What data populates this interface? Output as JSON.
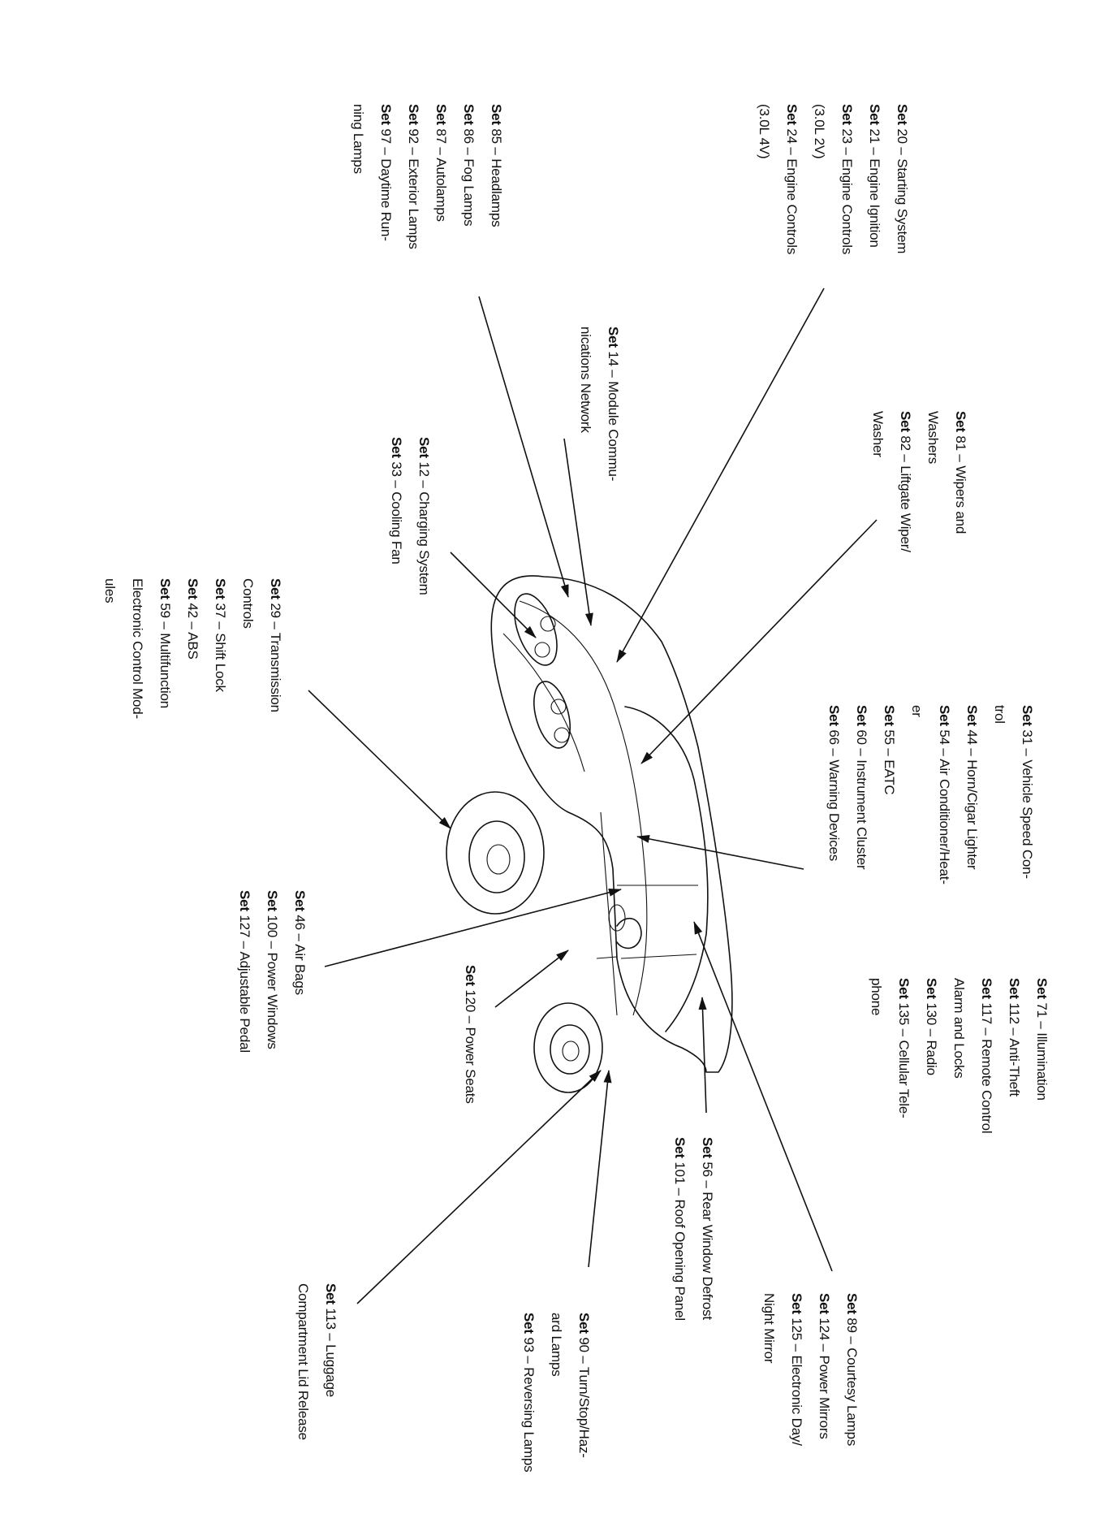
{
  "groups": [
    {
      "id": "g1",
      "lines": [
        {
          "set": "Set",
          "text": " 20 – Starting System"
        },
        {
          "set": "Set",
          "text": " 21 – Engine Ignition"
        },
        {
          "set": "Set",
          "text": " 23 – Engine Controls"
        },
        {
          "set": "",
          "text": "(3.0L 2V)"
        },
        {
          "set": "Set",
          "text": " 24 – Engine Controls"
        },
        {
          "set": "",
          "text": "(3.0L 4V)"
        }
      ]
    },
    {
      "id": "g2",
      "lines": [
        {
          "set": "Set",
          "text": " 85 – Headlamps"
        },
        {
          "set": "Set",
          "text": " 86 – Fog Lamps"
        },
        {
          "set": "Set",
          "text": " 87 – Autolamps"
        },
        {
          "set": "Set",
          "text": " 92 – Exterior Lamps"
        },
        {
          "set": "Set",
          "text": " 97 – Daytime Run-"
        },
        {
          "set": "",
          "text": "ning Lamps"
        }
      ]
    },
    {
      "id": "g3",
      "lines": [
        {
          "set": "Set",
          "text": " 81 – Wipers and"
        },
        {
          "set": "",
          "text": "Washers"
        },
        {
          "set": "Set",
          "text": " 82 – Liftgate Wiper/"
        },
        {
          "set": "",
          "text": "Washer"
        }
      ]
    },
    {
      "id": "g4",
      "lines": [
        {
          "set": "Set",
          "text": " 14 – Module Commu-"
        },
        {
          "set": "",
          "text": "nications Network"
        }
      ]
    },
    {
      "id": "g5",
      "lines": [
        {
          "set": "Set",
          "text": " 12 – Charging System"
        },
        {
          "set": "Set",
          "text": " 33 – Cooling Fan"
        }
      ]
    },
    {
      "id": "g6",
      "lines": [
        {
          "set": "Set",
          "text": " 29 – Transmission"
        },
        {
          "set": "",
          "text": "Controls"
        },
        {
          "set": "Set",
          "text": " 37 – Shift Lock"
        },
        {
          "set": "Set",
          "text": " 42 – ABS"
        },
        {
          "set": "Set",
          "text": " 59 – Multifunction"
        },
        {
          "set": "",
          "text": "Electronic Control Mod-"
        },
        {
          "set": "",
          "text": "ules"
        }
      ]
    },
    {
      "id": "g7",
      "lines": [
        {
          "set": "Set",
          "text": " 31 – Vehicle Speed Con-"
        },
        {
          "set": "",
          "text": "trol"
        },
        {
          "set": "Set",
          "text": " 44 – Horn/Cigar Lighter"
        },
        {
          "set": "Set",
          "text": " 54 – Air Conditioner/Heat-"
        },
        {
          "set": "",
          "text": "er"
        },
        {
          "set": "Set",
          "text": " 55 – EATC"
        },
        {
          "set": "Set",
          "text": " 60 – Instrument Cluster"
        },
        {
          "set": "Set",
          "text": " 66 – Warning Devices"
        }
      ]
    },
    {
      "id": "g8",
      "lines": [
        {
          "set": "Set",
          "text": " 71 – Illumination"
        },
        {
          "set": "Set",
          "text": " 112 – Anti-Theft"
        },
        {
          "set": "Set",
          "text": " 117 – Remote Control"
        },
        {
          "set": "",
          "text": "Alarm and Locks"
        },
        {
          "set": "Set",
          "text": " 130 – Radio"
        },
        {
          "set": "Set",
          "text": " 135 – Cellular Tele-"
        },
        {
          "set": "",
          "text": "phone"
        }
      ]
    },
    {
      "id": "g9",
      "lines": [
        {
          "set": "Set",
          "text": " 46 – Air Bags"
        },
        {
          "set": "Set",
          "text": " 100 – Power Windows"
        },
        {
          "set": "Set",
          "text": " 127 – Adjustable Pedal"
        }
      ]
    },
    {
      "id": "g10",
      "lines": [
        {
          "set": "Set",
          "text": " 120 – Power Seats"
        }
      ]
    },
    {
      "id": "g11",
      "lines": [
        {
          "set": "Set",
          "text": " 56 – Rear Window Defrost"
        },
        {
          "set": "Set",
          "text": " 101 – Roof Opening Panel"
        }
      ]
    },
    {
      "id": "g12",
      "lines": [
        {
          "set": "Set",
          "text": " 89 – Courtesy Lamps"
        },
        {
          "set": "Set",
          "text": " 124 – Power Mirrors"
        },
        {
          "set": "Set",
          "text": " 125 – Electronic Day/"
        },
        {
          "set": "",
          "text": "Night Mirror"
        }
      ]
    },
    {
      "id": "g13",
      "lines": [
        {
          "set": "Set",
          "text": " 90 – Turn/Stop/Haz-"
        },
        {
          "set": "",
          "text": "ard Lamps"
        },
        {
          "set": "Set",
          "text": " 93 – Reversing Lamps"
        }
      ]
    },
    {
      "id": "g14",
      "lines": [
        {
          "set": "Set",
          "text": " 113 – Luggage"
        },
        {
          "set": "",
          "text": "Compartment Lid Release"
        }
      ]
    }
  ]
}
